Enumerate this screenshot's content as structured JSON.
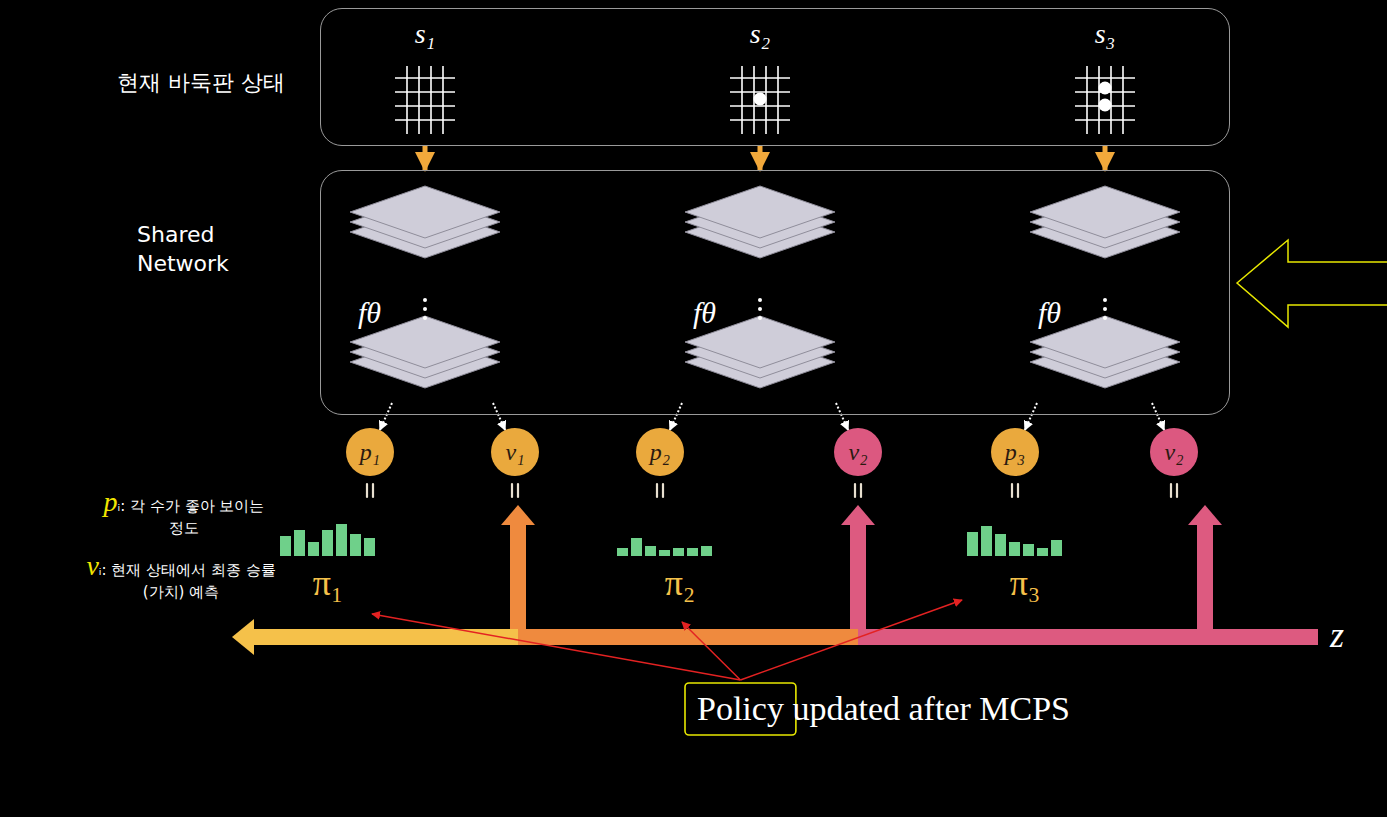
{
  "diagram": {
    "nodes": [
      {
        "text": [
          "현재 바둑판 상태"
        ]
      },
      {
        "text": [
          "Shared Network"
        ]
      },
      {
        "text": [
          "p₁"
        ]
      },
      {
        "text": [
          "v₁"
        ]
      },
      {
        "text": [
          "p₂"
        ]
      },
      {
        "text": [
          "v₂"
        ]
      },
      {
        "text": [
          "p₃"
        ]
      },
      {
        "text": [
          "v₂"
        ]
      }
    ],
    "edges": [
      {
        "from": 0,
        "to": 1,
        "arrow": "to"
      },
      {
        "from": 0,
        "to": 1,
        "arrow": "to"
      },
      {
        "from": 0,
        "to": 1,
        "arrow": "to"
      },
      {
        "from": 1,
        "to": 2,
        "arrow": "to"
      },
      {
        "from": 1,
        "to": 3,
        "arrow": "to"
      },
      {
        "from": 1,
        "to": 4,
        "arrow": "to"
      },
      {
        "from": 1,
        "to": 5,
        "arrow": "to"
      },
      {
        "from": 1,
        "to": 6,
        "arrow": "to"
      },
      {
        "from": 1,
        "to": 7,
        "arrow": "to"
      }
    ],
    "labels": [
      "s₁",
      "s₂",
      "s₃",
      "fθ",
      "fθ",
      "fθ",
      "π₁",
      "π₂",
      "π₃",
      "z",
      "pᵢ: 각 수가 좋아 보이는 정도",
      "vᵢ: 현재 상태에서 최종 승률(가치) 예측",
      "Policy updated after MCPS"
    ]
  }
}
